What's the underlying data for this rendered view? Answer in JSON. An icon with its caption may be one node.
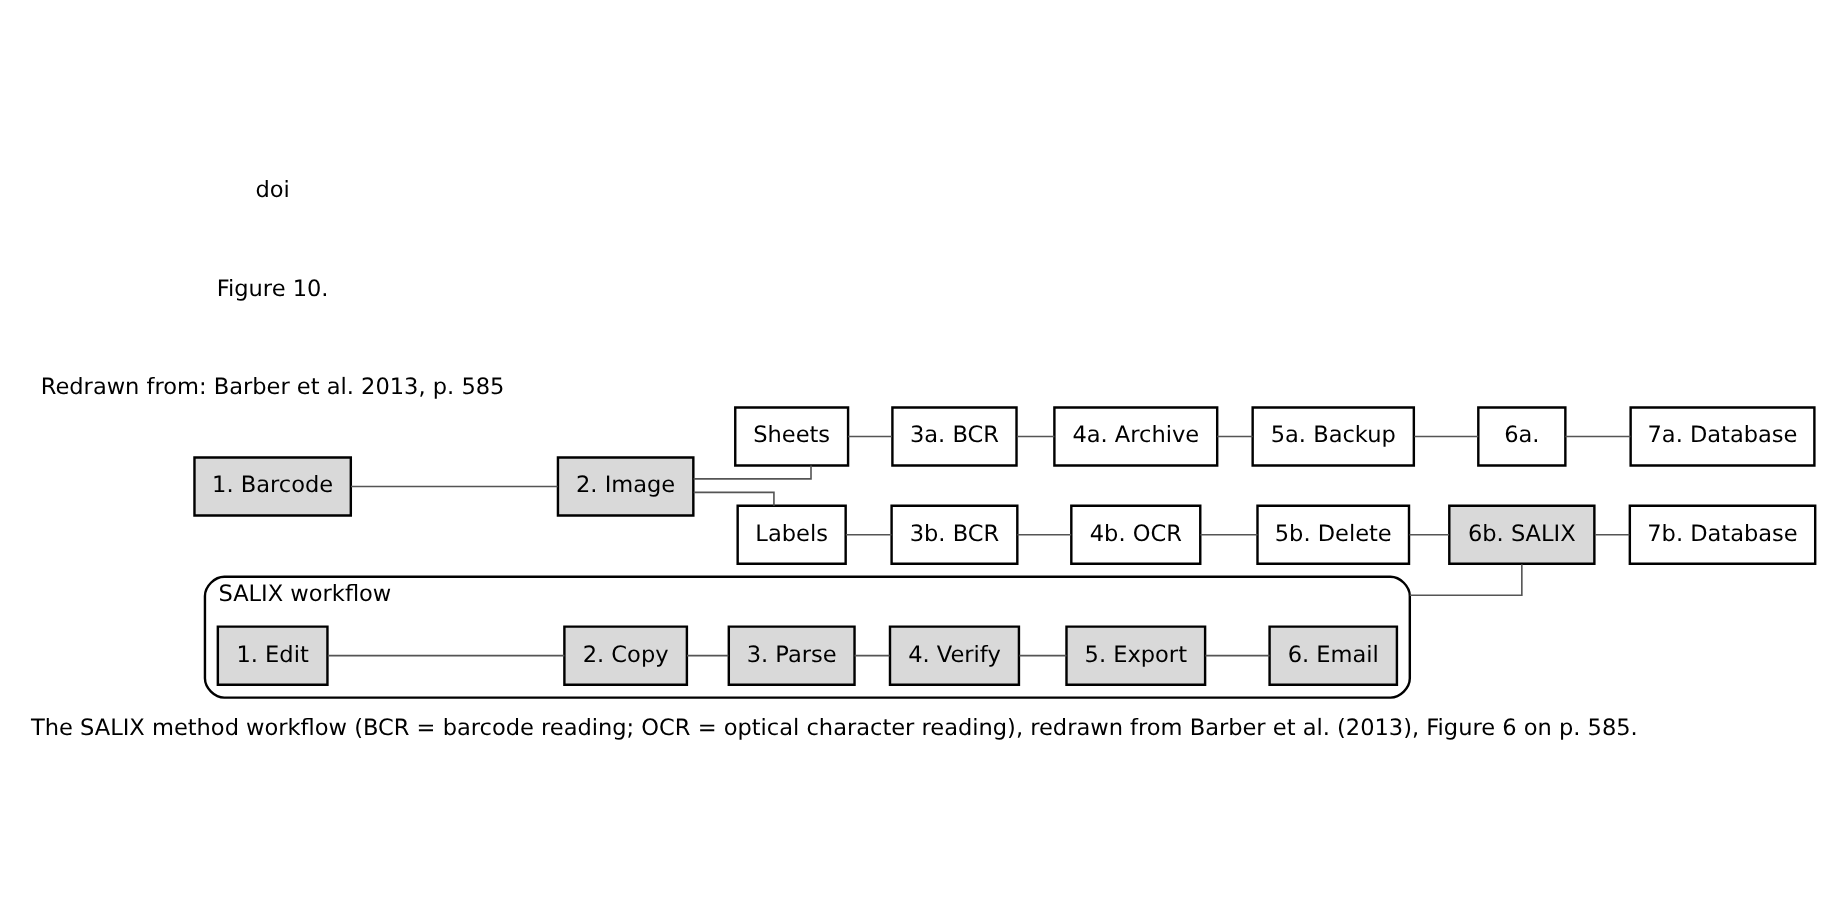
{
  "diagram": {
    "caption": "The SALIX method workflow (BCR = barcode reading; OCR = optical character reading), redrawn from Barber et al. (2013), Figure 6 on p. 585.",
    "nodes": [
      {
        "text": [
          "1. Barcode"
        ]
      },
      {
        "text": [
          "2. Image"
        ]
      },
      {
        "text": [
          "Sheets"
        ]
      },
      {
        "text": [
          "3a. BCR"
        ]
      },
      {
        "text": [
          "4a. Archive"
        ]
      },
      {
        "text": [
          "5a. Backup"
        ]
      },
      {
        "text": [
          "6a."
        ]
      },
      {
        "text": [
          "7a. Database"
        ]
      },
      {
        "text": [
          "Labels"
        ]
      },
      {
        "text": [
          "3b. BCR"
        ]
      },
      {
        "text": [
          "4b. OCR"
        ]
      },
      {
        "text": [
          "5b. Delete"
        ]
      },
      {
        "text": [
          "6b. SALIX"
        ]
      },
      {
        "text": [
          "7b. Database"
        ]
      },
      {
        "text": [
          "SALIX workflow"
        ]
      },
      {
        "text": [
          "1. Edit"
        ],
        "in": 14
      },
      {
        "text": [
          "2. Copy"
        ],
        "in": 14
      },
      {
        "text": [
          "3. Parse"
        ],
        "in": 14
      },
      {
        "text": [
          "4. Verify"
        ],
        "in": 14
      },
      {
        "text": [
          "5. Export"
        ],
        "in": 14
      },
      {
        "text": [
          "6. Email"
        ],
        "in": 14
      }
    ],
    "edges": [
      {
        "from": 0,
        "to": 1,
        "arrow": "none"
      },
      {
        "from": 1,
        "to": 2,
        "arrow": "none"
      },
      {
        "from": 1,
        "to": 8,
        "arrow": "none"
      },
      {
        "from": 2,
        "to": 3,
        "arrow": "none"
      },
      {
        "from": 3,
        "to": 4,
        "arrow": "none"
      },
      {
        "from": 4,
        "to": 5,
        "arrow": "none"
      },
      {
        "from": 5,
        "to": 6,
        "arrow": "none"
      },
      {
        "from": 6,
        "to": 7,
        "arrow": "none"
      },
      {
        "from": 8,
        "to": 9,
        "arrow": "none"
      },
      {
        "from": 9,
        "to": 10,
        "arrow": "none"
      },
      {
        "from": 10,
        "to": 11,
        "arrow": "none"
      },
      {
        "from": 11,
        "to": 12,
        "arrow": "none"
      },
      {
        "from": 12,
        "to": 13,
        "arrow": "none"
      },
      {
        "from": 12,
        "to": 14,
        "arrow": "none"
      },
      {
        "from": 15,
        "to": 16,
        "arrow": "none"
      },
      {
        "from": 16,
        "to": 17,
        "arrow": "none"
      },
      {
        "from": 17,
        "to": 18,
        "arrow": "none"
      },
      {
        "from": 18,
        "to": 19,
        "arrow": "none"
      },
      {
        "from": 19,
        "to": 20,
        "arrow": "none"
      }
    ],
    "labels": [
      "Redrawn from: Barber et al. 2013, p. 585",
      "Figure 10.",
      "doi"
    ]
  }
}
